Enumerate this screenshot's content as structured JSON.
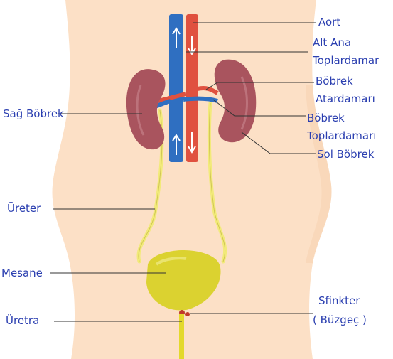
{
  "colors": {
    "background": "#ffffff",
    "body": "#fce0c6",
    "kidney": "#a9545e",
    "vena_cava": "#2f6fc1",
    "aorta": "#e0513f",
    "ureter": "#f2ea7a",
    "bladder": "#dbd230",
    "sphincter": "#c0392b",
    "label_text": "#2b3fb0",
    "leader_line": "#333333"
  },
  "labels": {
    "aort": "Aort",
    "alt_ana_line1": "Alt Ana",
    "alt_ana_line2": "Toplardamar",
    "bobrek_atardamari_line1": "Böbrek",
    "bobrek_atardamari_line2": "Atardamarı",
    "bobrek_toplardamari_line1": "Böbrek",
    "bobrek_toplardamari_line2": "Toplardamarı",
    "sol_bobrek": "Sol Böbrek",
    "sag_bobrek": "Sağ Böbrek",
    "ureter": "Üreter",
    "mesane": "Mesane",
    "sfinkter_line1": "Sfinkter",
    "sfinkter_line2": "( Büzgeç )",
    "uretra": "Üretra"
  }
}
